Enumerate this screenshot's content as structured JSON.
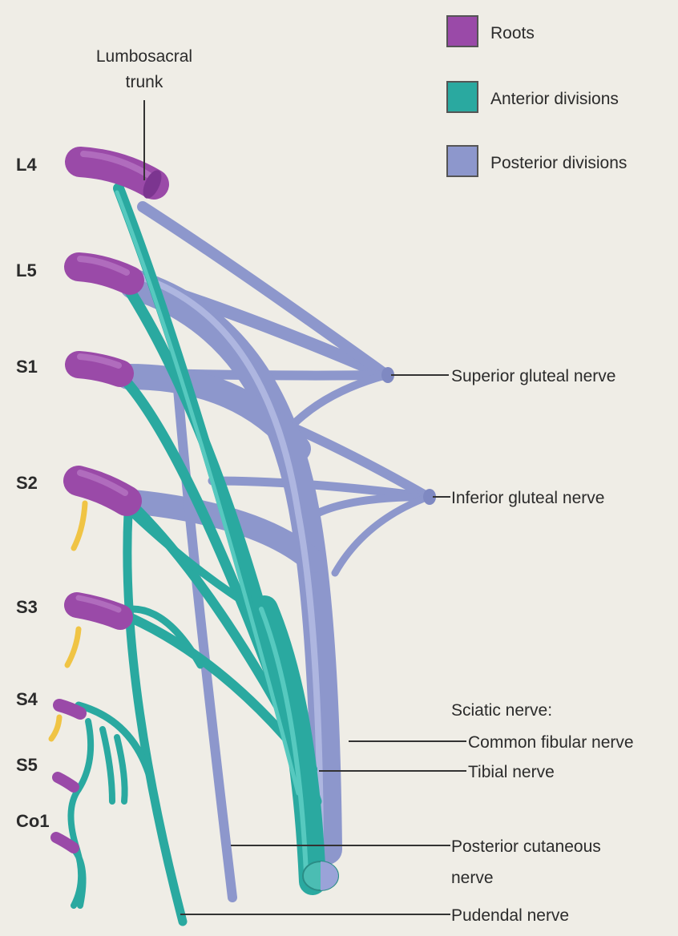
{
  "legend": {
    "items": [
      {
        "key": "roots",
        "label": "Roots",
        "color": "#9a4aa8"
      },
      {
        "key": "anterior",
        "label": "Anterior divisions",
        "color": "#2aa9a0"
      },
      {
        "key": "posterior",
        "label": "Posterior divisions",
        "color": "#8d97cc"
      }
    ]
  },
  "segments": [
    "L4",
    "L5",
    "S1",
    "S2",
    "S3",
    "S4",
    "S5",
    "Co1"
  ],
  "labels": {
    "lumbosacral_line1": "Lumbosacral",
    "lumbosacral_line2": "trunk",
    "superior_gluteal": "Superior gluteal nerve",
    "inferior_gluteal": "Inferior gluteal nerve",
    "sciatic": "Sciatic nerve:",
    "common_fibular": "Common fibular nerve",
    "tibial": "Tibial nerve",
    "posterior_cutaneous_line1": "Posterior cutaneous",
    "posterior_cutaneous_line2": "nerve",
    "pudendal": "Pudendal nerve"
  }
}
